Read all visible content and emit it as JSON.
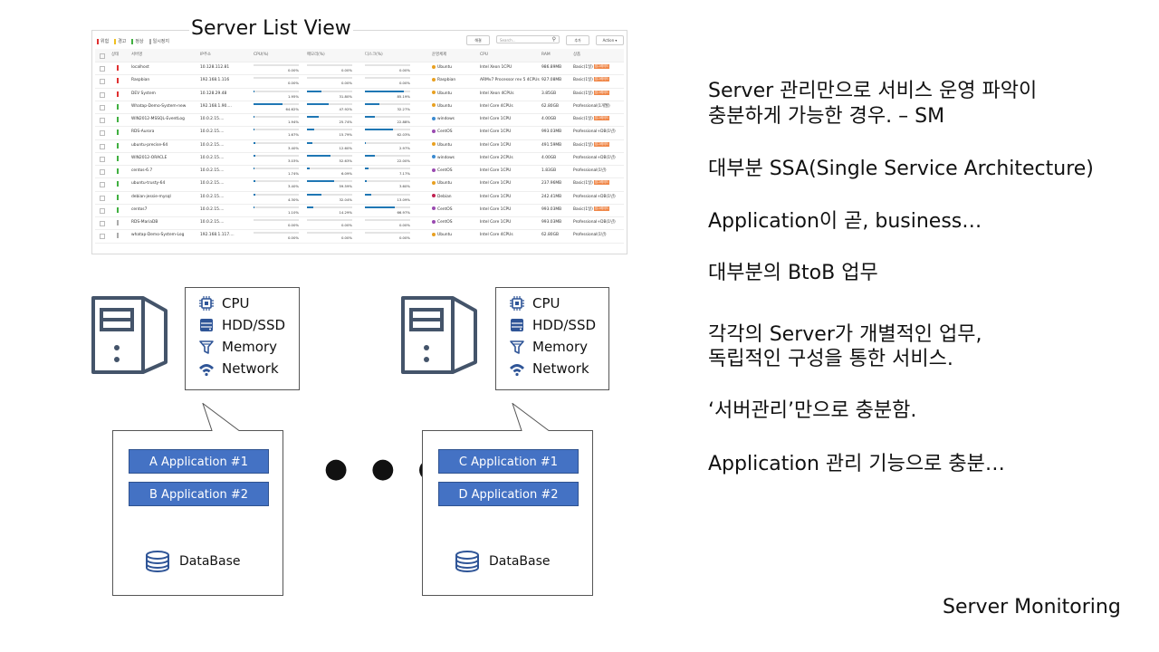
{
  "panel": {
    "title": "Server List View",
    "legend": [
      {
        "label": "위험",
        "color": "#e03030"
      },
      {
        "label": "경고",
        "color": "#f0c020"
      },
      {
        "label": "정상",
        "color": "#40b040"
      },
      {
        "label": "일시정지",
        "color": "#aaaaaa"
      }
    ],
    "toolbar": {
      "btn1": "해결",
      "search_placeholder": "Search...",
      "btn2": "추가",
      "action": "Action"
    },
    "columns": [
      "상태",
      "서버명",
      "IP주소",
      "CPU(%)",
      "메모리(%)",
      "디스크(%)",
      "운영체제",
      "CPU",
      "RAM",
      "상품"
    ],
    "rows": [
      {
        "status": "#e03030",
        "name": "localhost",
        "ip": "10.128.112.81",
        "cpu": 0.0,
        "cpu_l": "0.00%",
        "mem": 0.0,
        "mem_l": "0.00%",
        "disk": 0.0,
        "disk_l": "0.00%",
        "os": "Ubuntu",
        "os_color": "#e8a020",
        "cpu_spec": "Intel Xeon 1CPU",
        "ram": "986.89MB",
        "plan": "Basic(1일)",
        "tag": "업그레이드"
      },
      {
        "status": "#e03030",
        "name": "Raspbian",
        "ip": "192.168.1.116",
        "cpu": 0.0,
        "cpu_l": "0.00%",
        "mem": 0.0,
        "mem_l": "0.00%",
        "disk": 0.0,
        "disk_l": "0.00%",
        "os": "Raspbian",
        "os_color": "#e8a020",
        "cpu_spec": "ARMv7 Processor rev 5 4CPUs",
        "ram": "927.08MB",
        "plan": "Basic(1일)",
        "tag": "업그레이드"
      },
      {
        "status": "#e03030",
        "name": "DEV System",
        "ip": "10.128.29.48",
        "cpu": 1.95,
        "cpu_l": "1.95%",
        "mem": 31.8,
        "mem_l": "31.80%",
        "disk": 85.19,
        "disk_l": "85.19%",
        "os": "Ubuntu",
        "os_color": "#e8a020",
        "cpu_spec": "Intel Xeon 4CPUs",
        "ram": "3.85GB",
        "plan": "Basic(1일)",
        "tag": "업그레이드"
      },
      {
        "status": "#40b040",
        "name": "Whatap-Demo-System-new",
        "ip": "192.168.1.90....",
        "cpu": 64.62,
        "cpu_l": "64.62%",
        "mem": 47.92,
        "mem_l": "47.92%",
        "disk": 32.27,
        "disk_l": "32.27%",
        "os": "Ubuntu",
        "os_color": "#e8a020",
        "cpu_spec": "Intel Core 4CPUs",
        "ram": "62.80GB",
        "plan": "Professional(1개월)",
        "tag": ""
      },
      {
        "status": "#40b040",
        "name": "WIN2012-MSSQL-EventLog",
        "ip": "10.0.2.15....",
        "cpu": 1.94,
        "cpu_l": "1.94%",
        "mem": 25.74,
        "mem_l": "25.74%",
        "disk": 22.88,
        "disk_l": "22.88%",
        "os": "windows",
        "os_color": "#3a8ad0",
        "cpu_spec": "Intel Core 1CPU",
        "ram": "4.00GB",
        "plan": "Basic(1일)",
        "tag": "업그레이드"
      },
      {
        "status": "#40b040",
        "name": "RDS-Aurora",
        "ip": "10.0.2.15....",
        "cpu": 1.67,
        "cpu_l": "1.67%",
        "mem": 15.79,
        "mem_l": "15.79%",
        "disk": 62.03,
        "disk_l": "62.03%",
        "os": "CentOS",
        "os_color": "#9a4ab0",
        "cpu_spec": "Intel Core 1CPU",
        "ram": "993.03MB",
        "plan": "Professional+DB(1년)",
        "tag": ""
      },
      {
        "status": "#40b040",
        "name": "ubuntu-precise-64",
        "ip": "10.0.2.15....",
        "cpu": 3.4,
        "cpu_l": "3.40%",
        "mem": 12.6,
        "mem_l": "12.60%",
        "disk": 2.97,
        "disk_l": "2.97%",
        "os": "Ubuntu",
        "os_color": "#e8a020",
        "cpu_spec": "Intel Core 1CPU",
        "ram": "491.59MB",
        "plan": "Basic(1일)",
        "tag": "업그레이드"
      },
      {
        "status": "#40b040",
        "name": "WIN2012-ORACLE",
        "ip": "10.0.2.15....",
        "cpu": 3.03,
        "cpu_l": "3.03%",
        "mem": 52.63,
        "mem_l": "52.63%",
        "disk": 22.0,
        "disk_l": "22.00%",
        "os": "windows",
        "os_color": "#3a8ad0",
        "cpu_spec": "Intel Core 2CPUs",
        "ram": "4.00GB",
        "plan": "Professional+DB(1년)",
        "tag": ""
      },
      {
        "status": "#40b040",
        "name": "centos-6.7",
        "ip": "10.0.2.15....",
        "cpu": 1.74,
        "cpu_l": "1.74%",
        "mem": 6.09,
        "mem_l": "6.09%",
        "disk": 7.17,
        "disk_l": "7.17%",
        "os": "CentOS",
        "os_color": "#9a4ab0",
        "cpu_spec": "Intel Core 1CPU",
        "ram": "1.83GB",
        "plan": "Professional(1년)",
        "tag": ""
      },
      {
        "status": "#40b040",
        "name": "ubuntu-trusty-64",
        "ip": "10.0.2.15....",
        "cpu": 3.4,
        "cpu_l": "3.40%",
        "mem": 59.59,
        "mem_l": "59.59%",
        "disk": 3.6,
        "disk_l": "3.60%",
        "os": "Ubuntu",
        "os_color": "#e8a020",
        "cpu_spec": "Intel Core 1CPU",
        "ram": "237.96MB",
        "plan": "Basic(1일)",
        "tag": "업그레이드"
      },
      {
        "status": "#40b040",
        "name": "debian-jessie-mysql",
        "ip": "10.0.2.15....",
        "cpu": 4.3,
        "cpu_l": "4.30%",
        "mem": 32.04,
        "mem_l": "32.04%",
        "disk": 13.09,
        "disk_l": "13.09%",
        "os": "Debian",
        "os_color": "#c02050",
        "cpu_spec": "Intel Core 1CPU",
        "ram": "242.41MB",
        "plan": "Professional+DB(1년)",
        "tag": ""
      },
      {
        "status": "#40b040",
        "name": "centos7",
        "ip": "10.0.2.15....",
        "cpu": 1.1,
        "cpu_l": "1.10%",
        "mem": 14.29,
        "mem_l": "14.29%",
        "disk": 66.97,
        "disk_l": "66.97%",
        "os": "CentOS",
        "os_color": "#9a4ab0",
        "cpu_spec": "Intel Core 1CPU",
        "ram": "993.03MB",
        "plan": "Basic(1일)",
        "tag": "업그레이드"
      },
      {
        "status": "#aaaaaa",
        "name": "RDS-MariaDB",
        "ip": "10.0.2.15....",
        "cpu": 0.0,
        "cpu_l": "0.00%",
        "mem": 0.0,
        "mem_l": "0.00%",
        "disk": 0.0,
        "disk_l": "0.00%",
        "os": "CentOS",
        "os_color": "#9a4ab0",
        "cpu_spec": "Intel Core 1CPU",
        "ram": "993.03MB",
        "plan": "Professional+DB(1년)",
        "tag": ""
      },
      {
        "status": "#aaaaaa",
        "name": "whatap-Demo-System-Log",
        "ip": "192.168.1.117....",
        "cpu": 0.0,
        "cpu_l": "0.00%",
        "mem": 0.0,
        "mem_l": "0.00%",
        "disk": 0.0,
        "disk_l": "0.00%",
        "os": "Ubuntu",
        "os_color": "#e8a020",
        "cpu_spec": "Intel Core 4CPUs",
        "ram": "62.80GB",
        "plan": "Professional(1년)",
        "tag": ""
      }
    ]
  },
  "resources": [
    "CPU",
    "HDD/SSD",
    "Memory",
    "Network"
  ],
  "server_left": {
    "apps": [
      "A Application  #1",
      "B Application  #2"
    ],
    "db": "DataBase"
  },
  "server_right": {
    "apps": [
      "C Application  #1",
      "D Application  #2"
    ],
    "db": "DataBase"
  },
  "ellipsis": "● ● ●",
  "notes": {
    "line1": "Server 관리만으로 서비스 운영 파악이",
    "line2": "충분하게 가능한 경우. – SM",
    "line3": "대부분 SSA(Single Service Architecture)",
    "line4": "Application이 곧, business…",
    "line5": "대부분의 BtoB 업무",
    "line6": "각각의 Server가 개별적인 업무,",
    "line7": "독립적인 구성을 통한 서비스.",
    "line8": "‘서버관리’만으로 충분함.",
    "line9": "Application 관리 기능으로 충분…"
  },
  "footer": "Server Monitoring",
  "colors": {
    "app_button": "#4472c4",
    "icon_blue": "#2f5597",
    "bar_fill": "#1f77b4",
    "tag": "#f0884a"
  }
}
